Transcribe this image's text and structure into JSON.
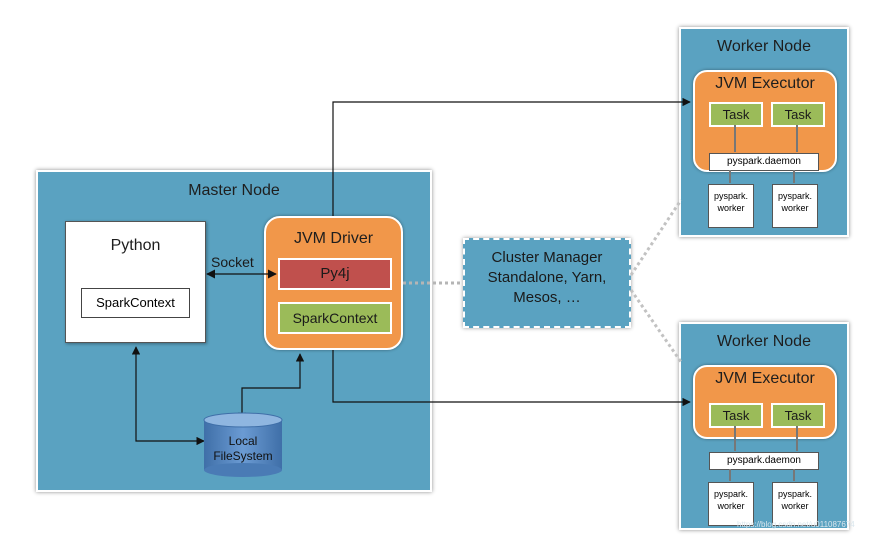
{
  "master": {
    "title": "Master Node"
  },
  "python": {
    "title": "Python",
    "context": "SparkContext"
  },
  "socket_label": "Socket",
  "driver": {
    "title": "JVM Driver",
    "py4j": "Py4j",
    "context": "SparkContext"
  },
  "filesystem": {
    "line1": "Local",
    "line2": "FileSystem"
  },
  "cluster_manager": {
    "line1": "Cluster Manager",
    "line2": "Standalone, Yarn,",
    "line3": "Mesos, …"
  },
  "workers": [
    {
      "title": "Worker Node",
      "executor": "JVM Executor",
      "tasks": [
        "Task",
        "Task"
      ],
      "daemon": "pyspark.daemon",
      "worker_labels": [
        {
          "l1": "pyspark.",
          "l2": "worker"
        },
        {
          "l1": "pyspark.",
          "l2": "worker"
        }
      ]
    },
    {
      "title": "Worker Node",
      "executor": "JVM Executor",
      "tasks": [
        "Task",
        "Task"
      ],
      "daemon": "pyspark.daemon",
      "worker_labels": [
        {
          "l1": "pyspark.",
          "l2": "worker"
        },
        {
          "l1": "pyspark.",
          "l2": "worker"
        }
      ]
    }
  ],
  "watermark": "https://blog.csdn.net/u011087674",
  "colors": {
    "node_blue": "#5aa2c1",
    "jvm_orange": "#f1974a",
    "py4j_red": "#c0504d",
    "task_green": "#9bbb59",
    "disk_blue": "#4f81bd"
  }
}
